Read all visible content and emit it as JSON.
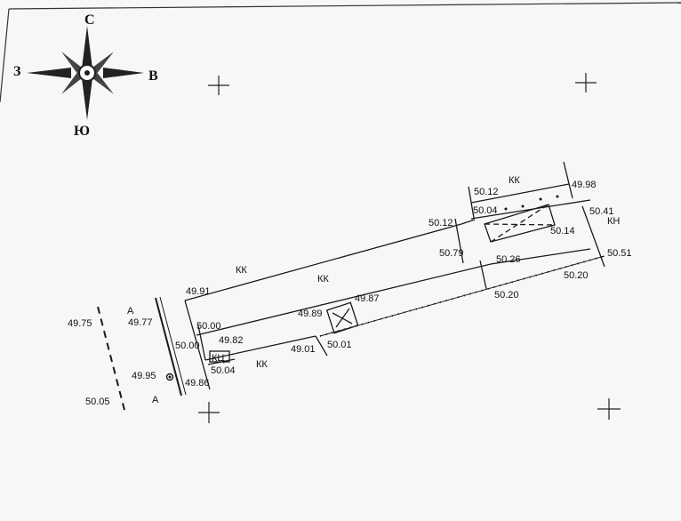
{
  "compass": {
    "north": "С",
    "south": "Ю",
    "west": "З",
    "east": "В"
  },
  "markers": [
    {
      "label": "49.75"
    },
    {
      "label": "А"
    },
    {
      "label": "49.77"
    },
    {
      "label": "49.91"
    },
    {
      "label": "КК"
    },
    {
      "label": "КК"
    },
    {
      "label": "50.00"
    },
    {
      "label": "50.00"
    },
    {
      "label": "49.82"
    },
    {
      "label": "КЦ"
    },
    {
      "label": "50.04"
    },
    {
      "label": "КК"
    },
    {
      "label": "49.01"
    },
    {
      "label": "50.01"
    },
    {
      "label": "49.89"
    },
    {
      "label": "49.87"
    },
    {
      "label": "49.95"
    },
    {
      "label": "49.86"
    },
    {
      "label": "50.05"
    },
    {
      "label": "А"
    },
    {
      "label": "50.79"
    },
    {
      "label": "50.12"
    },
    {
      "label": "50.12"
    },
    {
      "label": "КК"
    },
    {
      "label": "50.04"
    },
    {
      "label": "49.98"
    },
    {
      "label": "50.41"
    },
    {
      "label": "КН"
    },
    {
      "label": "50.14"
    },
    {
      "label": "50.26"
    },
    {
      "label": "50.51"
    },
    {
      "label": "50.20"
    },
    {
      "label": "50.20"
    }
  ]
}
